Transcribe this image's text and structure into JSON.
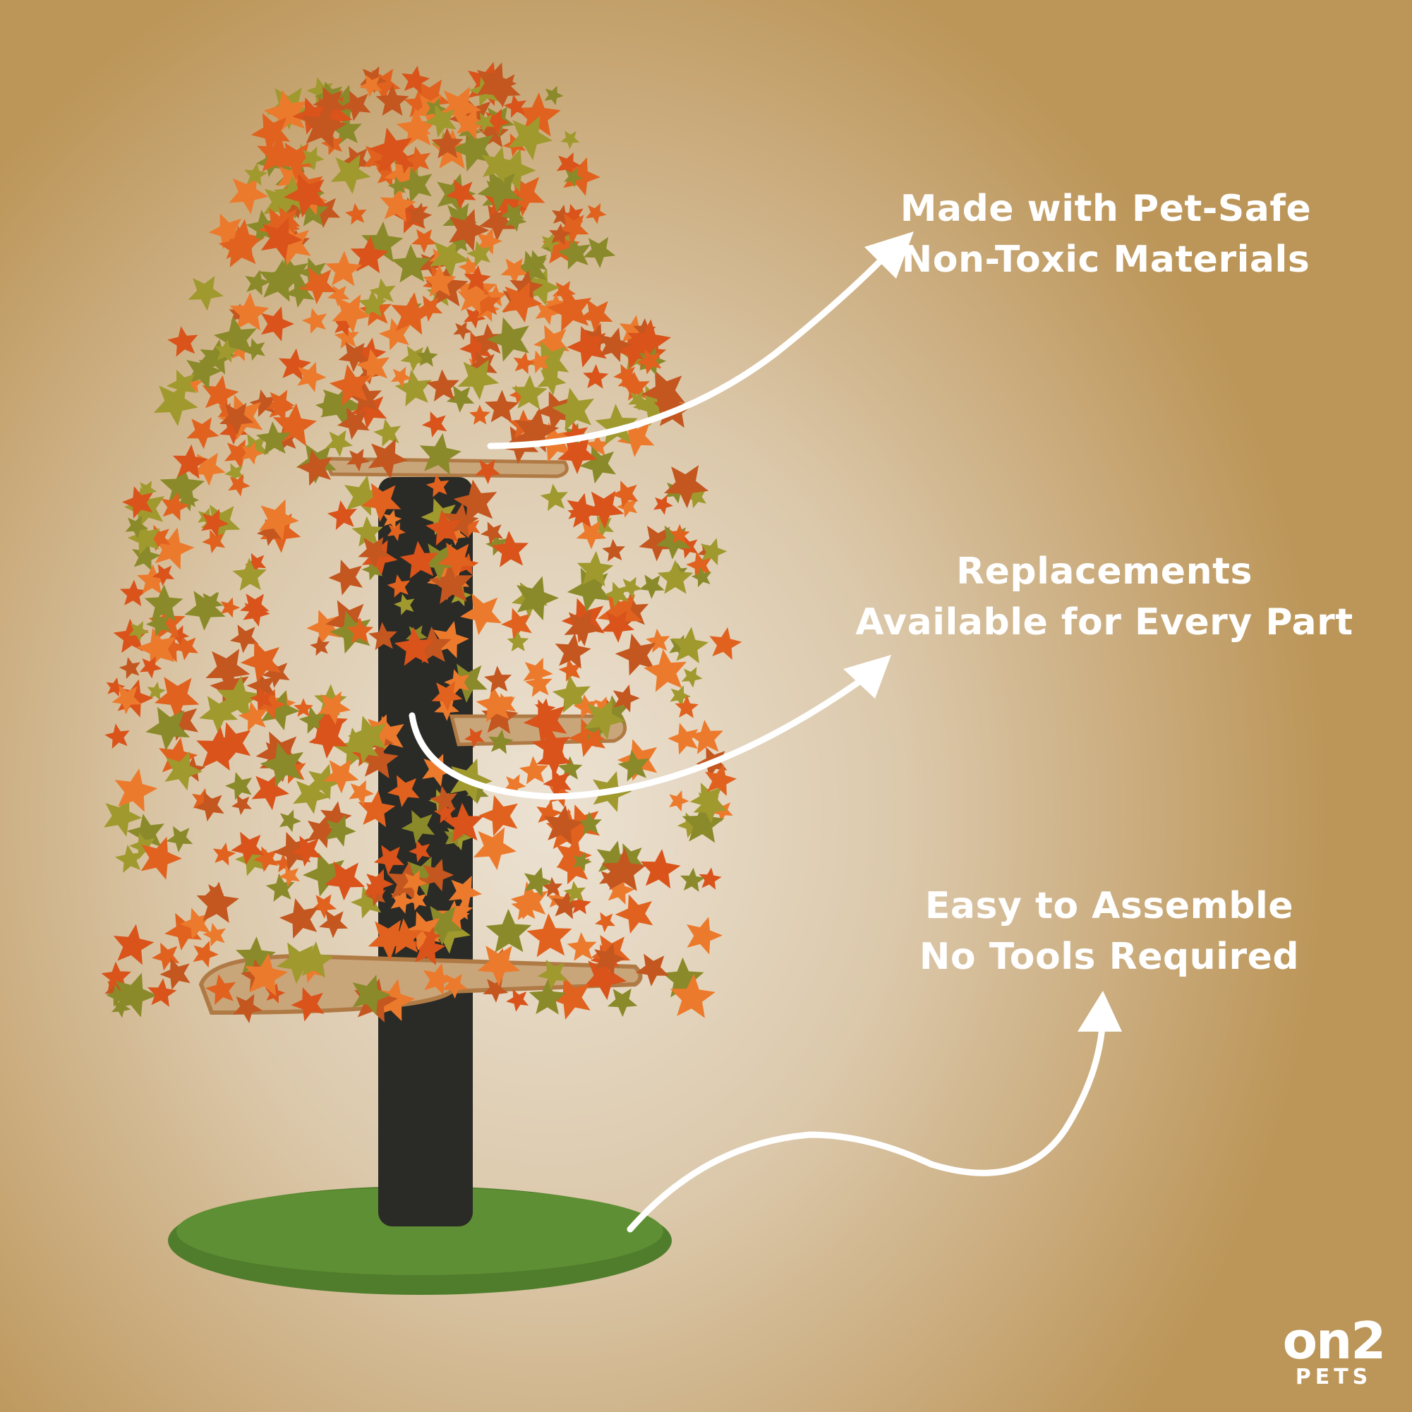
{
  "callouts": [
    {
      "line1": "Made with Pet-Safe",
      "line2": "Non-Toxic Materials"
    },
    {
      "line1": "Replacements",
      "line2": "Available for Every Part"
    },
    {
      "line1": "Easy to Assemble",
      "line2": "No Tools Required"
    }
  ],
  "logo": {
    "mark": "on2",
    "sub": "PETS"
  },
  "colors": {
    "leaf_orange": "#e0621e",
    "leaf_green": "#8a8a2a",
    "trunk": "#2a2a26",
    "grass": "#4f7d2c",
    "platform": "#c9a57a"
  }
}
